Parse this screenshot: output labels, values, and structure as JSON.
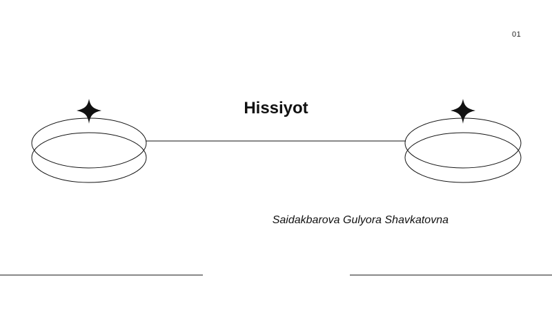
{
  "slide": {
    "page_number": "01",
    "title": "Hissiyot",
    "author": "Saidakbarova Gulyora Shavkatovna"
  },
  "colors": {
    "background": "#ffffff",
    "ink": "#111111"
  },
  "icons": {
    "left_star": "four-point-star-icon",
    "right_star": "four-point-star-icon"
  }
}
